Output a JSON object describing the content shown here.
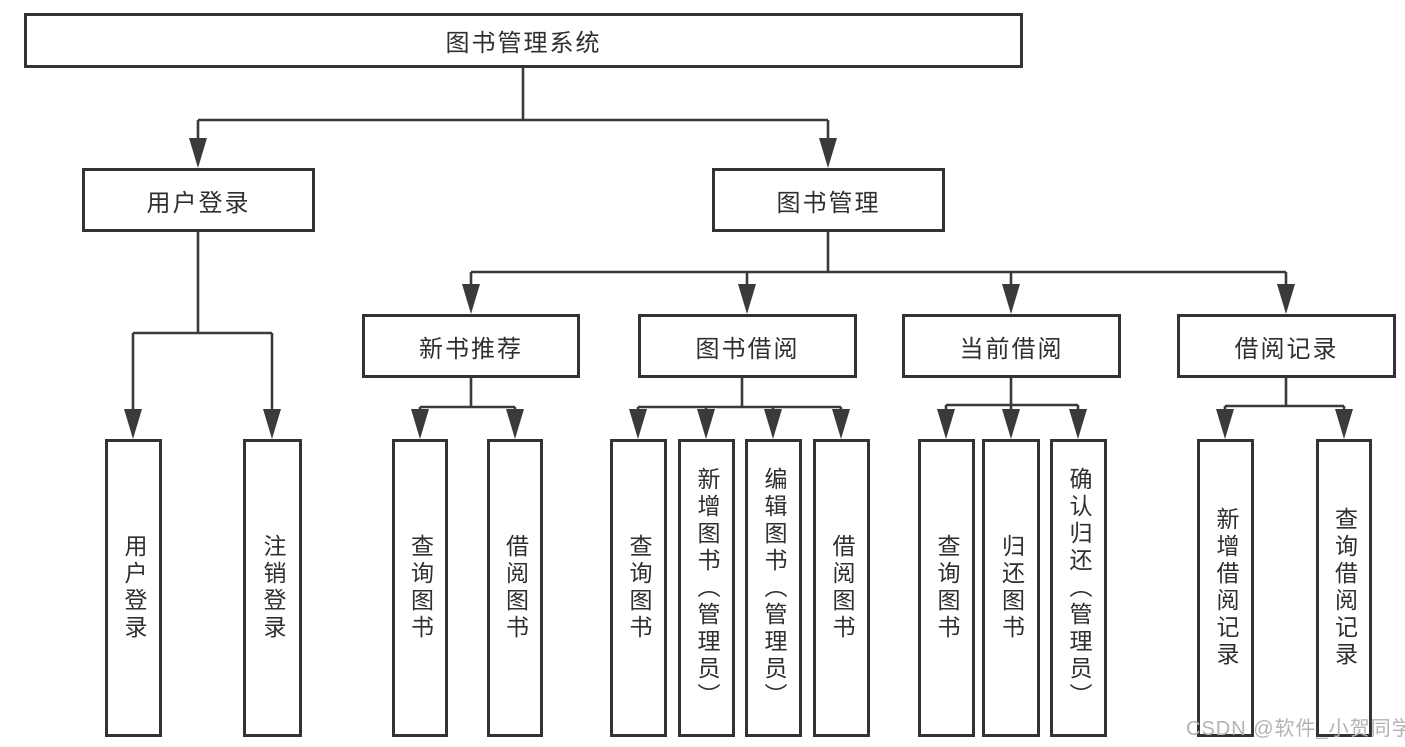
{
  "diagram_type": "hierarchy-tree",
  "tree": {
    "label": "图书管理系统",
    "children": [
      {
        "label": "用户登录",
        "children": [
          {
            "label": "用户登录"
          },
          {
            "label": "注销登录"
          }
        ]
      },
      {
        "label": "图书管理",
        "children": [
          {
            "label": "新书推荐",
            "children": [
              {
                "label": "查询图书"
              },
              {
                "label": "借阅图书"
              }
            ]
          },
          {
            "label": "图书借阅",
            "children": [
              {
                "label": "查询图书"
              },
              {
                "label": "新增图书（管理员）"
              },
              {
                "label": "编辑图书（管理员）"
              },
              {
                "label": "借阅图书"
              }
            ]
          },
          {
            "label": "当前借阅",
            "children": [
              {
                "label": "查询图书"
              },
              {
                "label": "归还图书"
              },
              {
                "label": "确认归还（管理员）"
              }
            ]
          },
          {
            "label": "借阅记录",
            "children": [
              {
                "label": "新增借阅记录"
              },
              {
                "label": "查询借阅记录"
              }
            ]
          }
        ]
      }
    ]
  },
  "watermark": {
    "text": "CSDN @软件_小贺同学"
  },
  "colors": {
    "line": "#3a3a3a",
    "box-border": "#333333",
    "text": "#2f2f2f",
    "bg": "#ffffff",
    "watermark": "#b3b3b3"
  }
}
